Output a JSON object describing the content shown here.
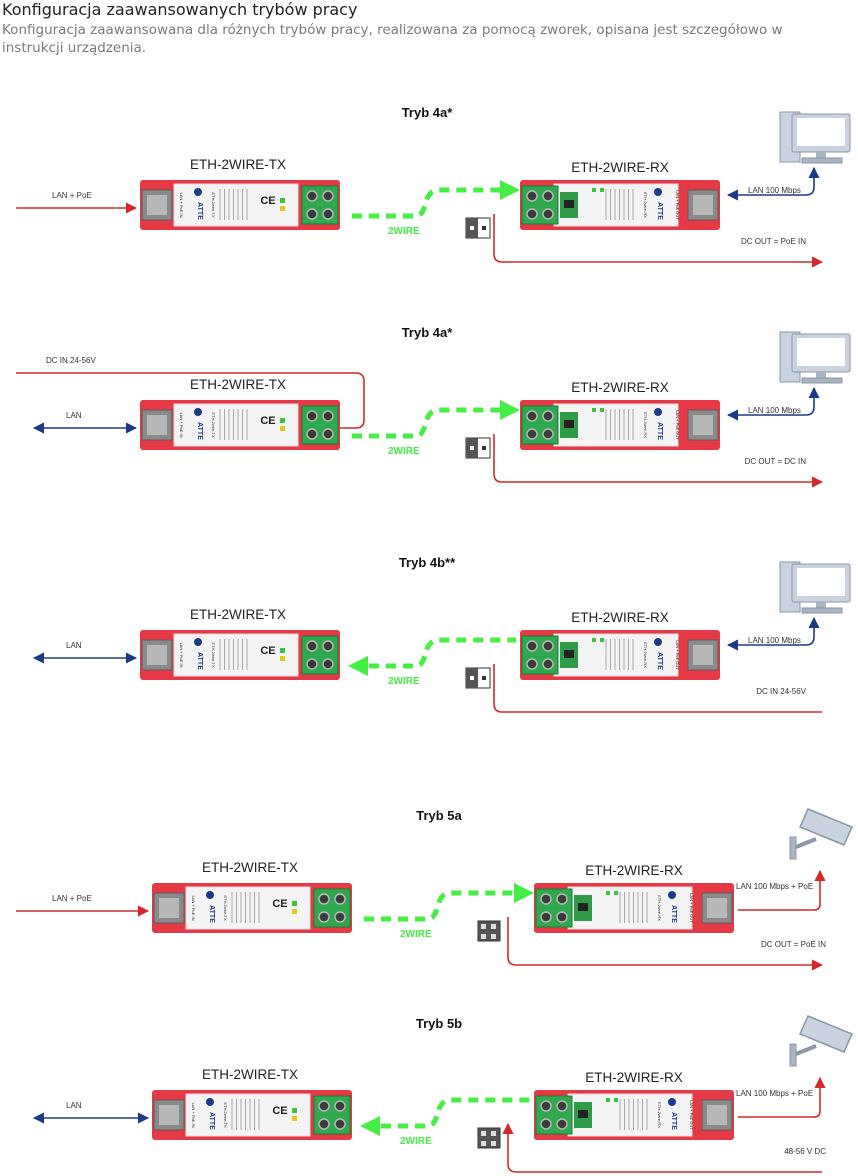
{
  "header": {
    "title": "Konfiguracja zaawansowanych trybów pracy",
    "description_line1": "Konfiguracja zaawansowana dla różnych trybów pracy, realizowana za pomocą zworek, opisana jest szczegółowo w",
    "description_line2": "instrukcji urządzenia."
  },
  "device_labels": {
    "brand": "ATTE",
    "tx_rj45_label": "LAN + PoE IN",
    "rx_rj45_label": "LAN + PoE OUT",
    "tx_model_small": "ETH-2wire-TX",
    "rx_model_small": "ETH-2wire-RX"
  },
  "colors": {
    "device_red": "#e63946",
    "device_red_dark": "#c81e2b",
    "terminal_green": "#2fa84f",
    "wire_green": "#44ee44",
    "power_red": "#d62828",
    "data_blue": "#1d3a8a",
    "jumper_gray": "#555555"
  },
  "modes": [
    {
      "title": "Tryb 4a*",
      "tx_name": "ETH-2WIRE-TX",
      "rx_name": "ETH-2WIRE-RX",
      "wire_label": "2WIRE",
      "tx_left_label": "LAN + PoE",
      "dc_in_label": "",
      "rx_right_label": "LAN 100 Mbps",
      "rx_bottom_label": "DC OUT = PoE IN",
      "end_device": "computer-icon"
    },
    {
      "title": "Tryb 4a*",
      "tx_name": "ETH-2WIRE-TX",
      "rx_name": "ETH-2WIRE-RX",
      "wire_label": "2WIRE",
      "tx_left_label": "LAN",
      "dc_in_label": "DC IN 24-56V",
      "rx_right_label": "LAN 100 Mbps",
      "rx_bottom_label": "DC OUT  = DC IN",
      "end_device": "computer-icon"
    },
    {
      "title": "Tryb 4b**",
      "tx_name": "ETH-2WIRE-TX",
      "rx_name": "ETH-2WIRE-RX",
      "wire_label": "2WIRE",
      "tx_left_label": "LAN",
      "dc_in_label": "",
      "rx_right_label": "LAN 100 Mbps",
      "rx_bottom_label": "DC IN 24-56V",
      "end_device": "computer-icon"
    },
    {
      "title": "Tryb 5a",
      "tx_name": "ETH-2WIRE-TX",
      "rx_name": "ETH-2WIRE-RX",
      "wire_label": "2WIRE",
      "tx_left_label": "LAN + PoE",
      "dc_in_label": "",
      "rx_right_label": "LAN 100 Mbps + PoE",
      "rx_bottom_label": "DC OUT = PoE IN",
      "end_device": "camera-icon"
    },
    {
      "title": "Tryb 5b",
      "tx_name": "ETH-2WIRE-TX",
      "rx_name": "ETH-2WIRE-RX",
      "wire_label": "2WIRE",
      "tx_left_label": "LAN",
      "dc_in_label": "",
      "rx_right_label": "LAN 100 Mbps + PoE",
      "rx_bottom_label": "48-56 V DC",
      "end_device": "camera-icon"
    }
  ]
}
